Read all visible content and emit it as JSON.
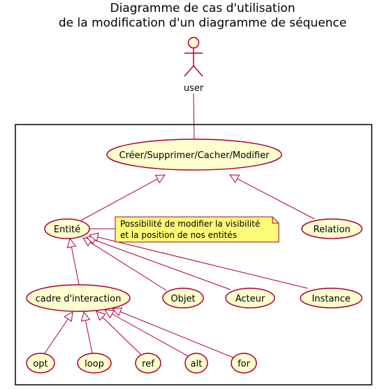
{
  "title": {
    "line1": "Diagramme de cas d'utilisation",
    "line2": "de la modification d'un diagramme de séquence"
  },
  "actor": {
    "name": "user"
  },
  "use_cases": {
    "root": "Créer/Supprimer/Cacher/Modifier",
    "entite": "Entité",
    "relation": "Relation",
    "cadre": "cadre d'interaction",
    "objet": "Objet",
    "acteur": "Acteur",
    "instance": "Instance",
    "opt": "opt",
    "loop": "loop",
    "ref": "ref",
    "alt": "alt",
    "for": "for"
  },
  "note": {
    "line1": "Possibilité de modifier la visibilité",
    "line2": "et la position de nos entités"
  },
  "colors": {
    "use_case_fill": "#FEFECE",
    "use_case_border": "#A80036",
    "note_fill": "#FBFB77",
    "frame_border": "#000000"
  }
}
